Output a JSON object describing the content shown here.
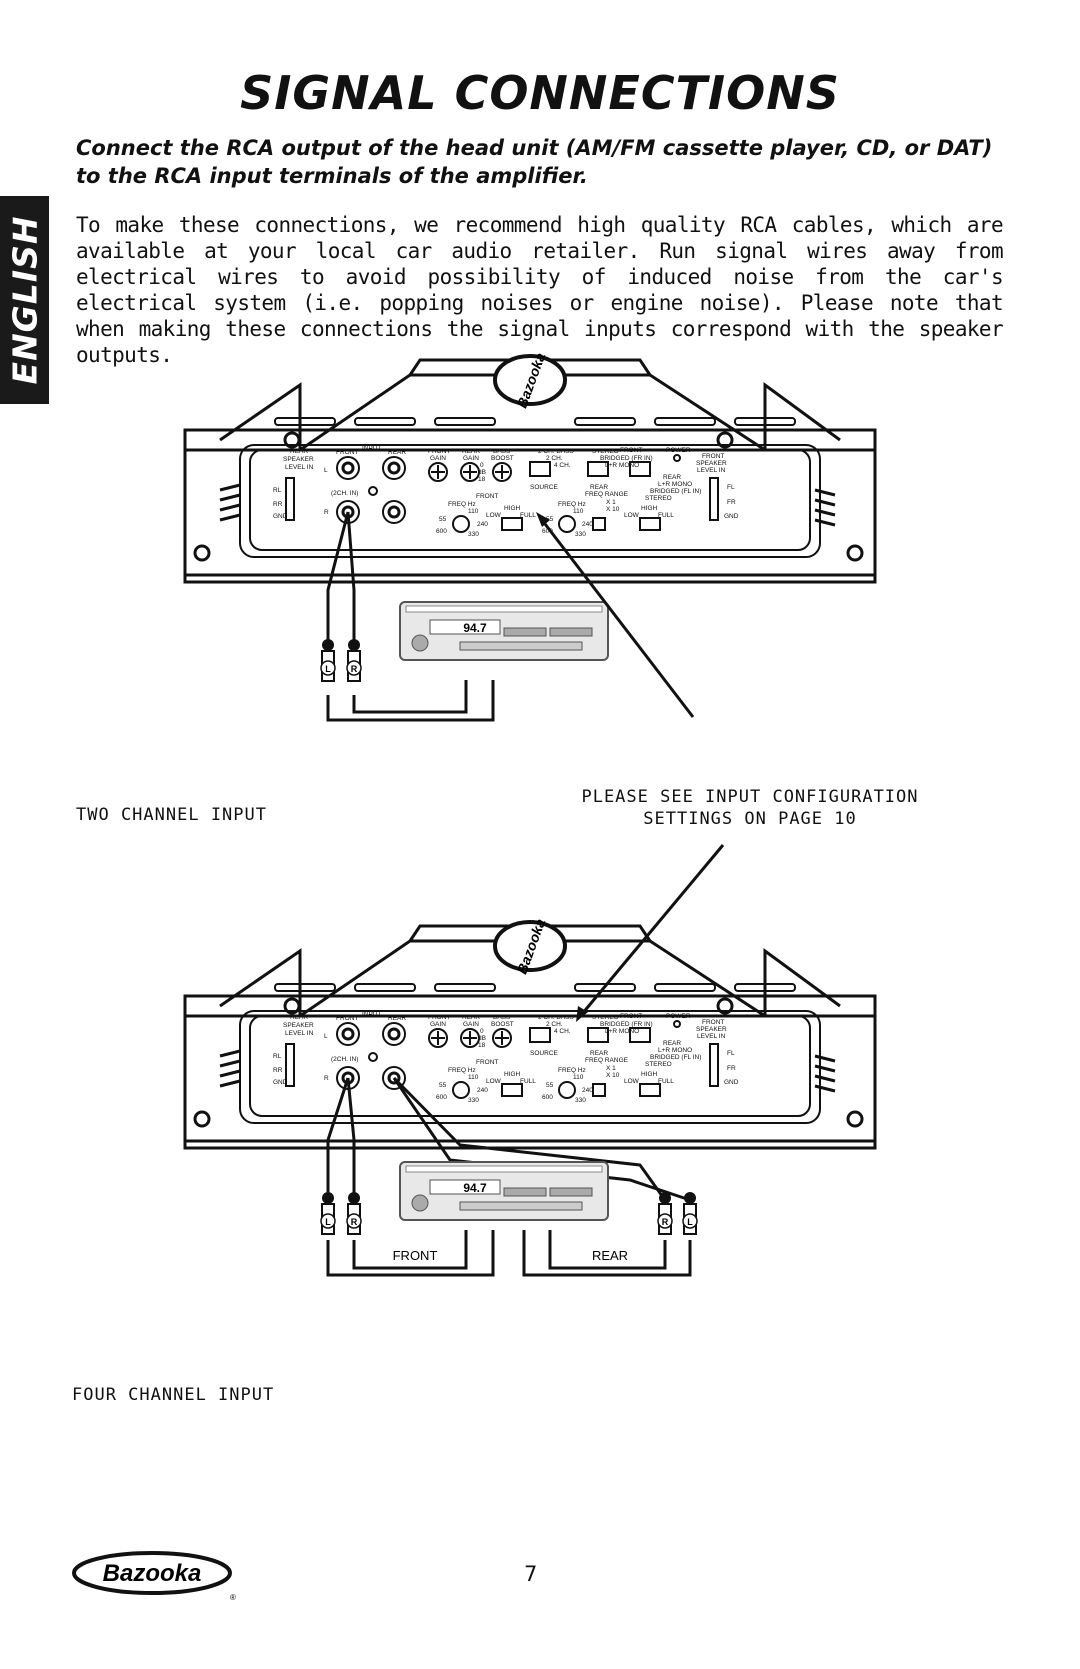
{
  "side_tab": "ENGLISH",
  "title": "SIGNAL CONNECTIONS",
  "subtitle": "Connect the RCA output of the head unit (AM/FM cassette player, CD, or DAT) to the RCA input terminals of the amplifier.",
  "body": "To make these connections, we recommend high quality RCA cables, which are available at your local car audio retailer. Run signal wires away from electrical wires to avoid possibility of induced noise from the car's electrical system (i.e. popping noises or engine noise).  Please note that when making these connections the signal inputs correspond with the speaker outputs.",
  "captions": {
    "two_channel": "TWO CHANNEL INPUT",
    "note_line1": "PLEASE SEE INPUT CONFIGURATION",
    "note_line2": "SETTINGS ON PAGE 10",
    "four_channel": "FOUR CHANNEL INPUT"
  },
  "amp_panel": {
    "input": "INPUT",
    "front": "FRONT",
    "rear": "REAR",
    "rear_speaker_level_in": [
      "REAR",
      "SPEAKER",
      "LEVEL IN"
    ],
    "front_speaker_level_in": [
      "FRONT",
      "SPEAKER",
      "LEVEL IN"
    ],
    "front_gain": [
      "FRONT",
      "GAIN"
    ],
    "rear_gain": [
      "REAR",
      "GAIN"
    ],
    "bass_boost": [
      "BASS",
      "BOOST"
    ],
    "db_scale": [
      "0",
      "dB",
      "18"
    ],
    "ch2_bass": "2 CH. BASS",
    "ch2": "2 CH.",
    "ch4": "4 CH.",
    "source": "SOURCE",
    "stereo": "STEREO",
    "front_label": "FRONT",
    "bridged_fr": "BRIDGED (FR IN)",
    "lr_mono": "L+R MONO",
    "power": "POWER",
    "rear_label": "REAR",
    "rear_lr_mono": "L+R MONO",
    "bridged_fl": "BRIDGED (FL IN)",
    "rear_freq_range": [
      "REAR",
      "FREQ RANGE"
    ],
    "x1": "X 1",
    "x10": "X 10",
    "freq_hz": "FREQ Hz",
    "front_section": "FRONT",
    "high": "HIGH",
    "low": "LOW",
    "full": "FULL",
    "freq_values": [
      "55",
      "110",
      "240",
      "330",
      "600"
    ],
    "left_terminals": [
      "RL",
      "RR",
      "GND"
    ],
    "right_terminals": [
      "FL",
      "FR",
      "GND"
    ],
    "ch_in": "(2CH. IN)",
    "L": "L",
    "R": "R"
  },
  "head_unit": {
    "display": "94.7"
  },
  "plugs": {
    "L": "L",
    "R": "R"
  },
  "four_channel_labels": {
    "front": "FRONT",
    "rear": "REAR"
  },
  "page_number": "7",
  "brand": "Bazooka"
}
